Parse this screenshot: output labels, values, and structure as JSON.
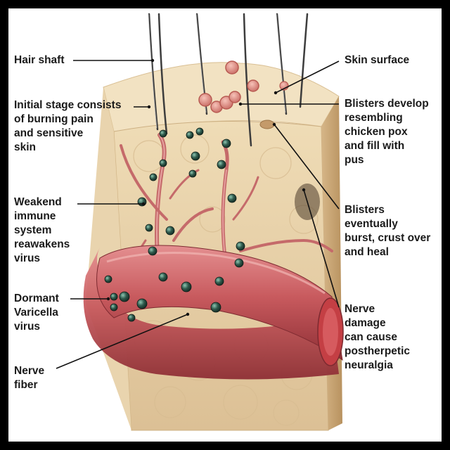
{
  "labels": {
    "hair_shaft": "Hair shaft",
    "initial_stage": "Initial stage consists\nof burning pain\nand sensitive\nskin",
    "weakened_immune": "Weakend\nimmune\nsystem\nreawakens\nvirus",
    "dormant_virus": "Dormant\nVaricella\nvirus",
    "nerve_fiber": "Nerve\nfiber",
    "skin_surface": "Skin surface",
    "blisters_develop": "Blisters develop\nresembling\nchicken pox\nand fill with\npus",
    "blisters_burst": "Blisters\neventually\nburst, crust over\nand heal",
    "nerve_damage": "Nerve\ndamage\ncan cause\npostherpetic\nneuralgia"
  },
  "colors": {
    "frame": "#000000",
    "background": "#ffffff",
    "skin_top": "#f2e2c2",
    "skin_front": "#e9d1a8",
    "skin_side": "#c9a678",
    "nerve": "#c85a5e",
    "nerve_dark": "#8e2f35",
    "virus": "#2f5a4c",
    "blister": "#d98a80",
    "text": "#1a1a1a"
  },
  "icons": [
    "hair-strand-icon",
    "blister-icon",
    "virus-particle-icon"
  ]
}
